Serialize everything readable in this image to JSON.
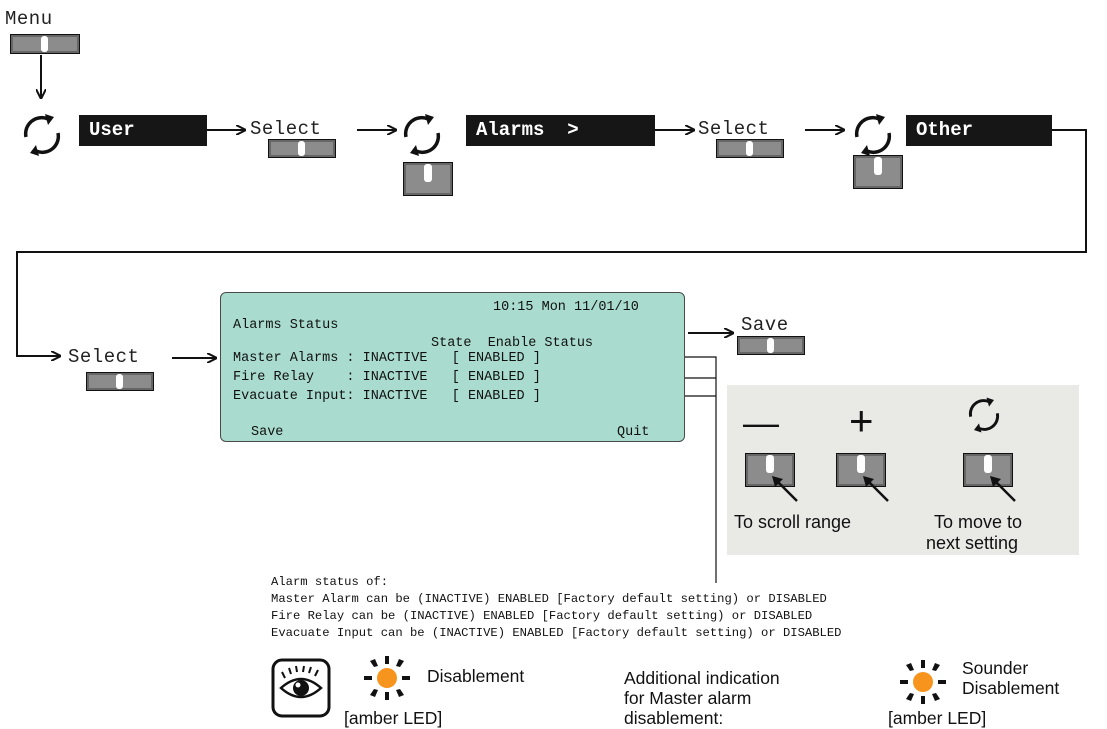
{
  "menu_label": "Menu",
  "select_label": "Select",
  "save_label": "Save",
  "menu_screens": {
    "user": "User",
    "alarms": "Alarms  >",
    "other": "Other"
  },
  "lcd": {
    "datetime": "10:15 Mon 11/01/10",
    "title": "Alarms Status",
    "columns": "State  Enable Status",
    "rows": [
      "Master Alarms : INACTIVE   [ ENABLED ]",
      "Fire Relay    : INACTIVE   [ ENABLED ]",
      "Evacuate Input: INACTIVE   [ ENABLED ]"
    ],
    "softkey_left": "Save",
    "softkey_right": "Quit"
  },
  "keys_panel": {
    "minus_symbol": "—",
    "plus_symbol": "+",
    "scroll_caption": "To scroll range",
    "next_caption_line1": "To move to",
    "next_caption_line2": "next setting"
  },
  "status_note": {
    "lines": [
      "Alarm status of:",
      "Master Alarm can be (INACTIVE) ENABLED [Factory default setting) or DISABLED",
      "Fire Relay can be (INACTIVE) ENABLED [Factory default setting) or DISABLED",
      "Evacuate Input can be (INACTIVE) ENABLED [Factory default setting) or DISABLED"
    ]
  },
  "legend": {
    "disablement": "Disablement",
    "amber_led": "[amber LED]",
    "additional_line1": "Additional indication",
    "additional_line2": "for Master alarm",
    "additional_line3": "disablement:",
    "sounder_line1": "Sounder",
    "sounder_line2": "Disablement",
    "amber_led_2": "[amber LED]"
  },
  "colors": {
    "lcd_background": "#a9dccf",
    "panel_background": "#e9e9e6",
    "amber_led": "#f7941d",
    "menu_box": "#161616"
  },
  "icons": [
    "rotate-arrows-icon",
    "push-button-icon",
    "eye-icon",
    "amber-led-icon",
    "pointer-arrow-icon"
  ]
}
